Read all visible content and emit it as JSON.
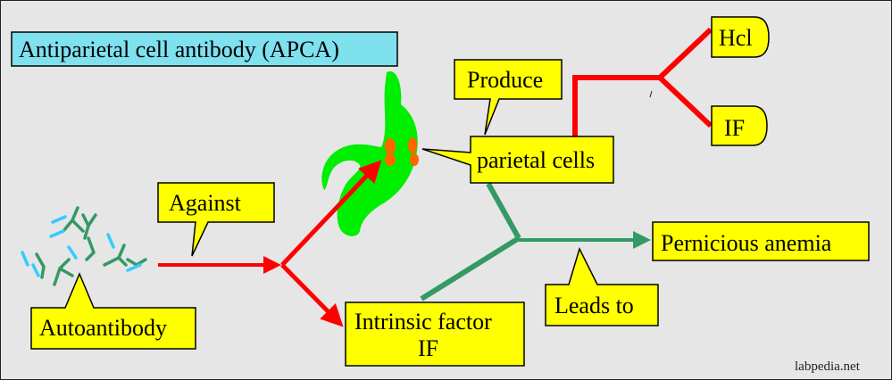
{
  "title_label": "Antiparietal cell antibody (APCA)",
  "produce_label": "Produce",
  "parietal_cells_label": "parietal cells",
  "hcl_label": "Hcl",
  "if_label": "IF",
  "against_label": "Against",
  "autoantibody_label": "Autoantibody",
  "intrinsic_factor_line1": "Intrinsic factor",
  "intrinsic_factor_line2": "IF",
  "pernicious_anemia_label": "Pernicious anemia",
  "leads_to_label": "Leads to",
  "watermark": "labpedia.net",
  "colors": {
    "background": "#e6e6e6",
    "callout_fill": "#ffff00",
    "title_fill": "#7fe0ee",
    "red_arrow": "#ff0000",
    "green_arrow": "#339966",
    "bright_green": "#00ee00",
    "orange_cell": "#ff6600",
    "antibody_teal": "#339966",
    "antibody_blue": "#33ccff"
  },
  "icons": [
    "antibody-cluster-icon",
    "stomach-icon",
    "parietal-cell-dots-icon"
  ]
}
